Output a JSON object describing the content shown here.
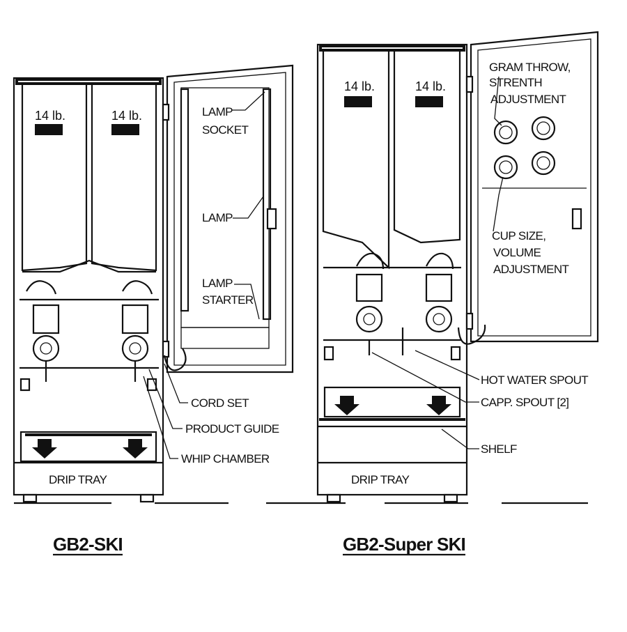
{
  "models": {
    "left": {
      "name": "GB2-SKI",
      "hopper_capacity_1": "14 lb.",
      "hopper_capacity_2": "14 lb.",
      "drip_tray": "DRIP TRAY",
      "callouts": {
        "lamp_socket_1": "LAMP",
        "lamp_socket_2": "SOCKET",
        "lamp": "LAMP",
        "lamp_starter_1": "LAMP",
        "lamp_starter_2": "STARTER",
        "cord_set": "CORD SET",
        "product_guide": "PRODUCT GUIDE",
        "whip_chamber": "WHIP CHAMBER"
      }
    },
    "right": {
      "name": "GB2-Super SKI",
      "hopper_capacity_1": "14 lb.",
      "hopper_capacity_2": "14 lb.",
      "drip_tray": "DRIP TRAY",
      "callouts": {
        "gram_1": "GRAM THROW,",
        "gram_2": "STRENTH",
        "gram_3": "ADJUSTMENT",
        "cup_1": "CUP SIZE,",
        "cup_2": "VOLUME",
        "cup_3": "ADJUSTMENT",
        "hot_water": "HOT WATER SPOUT",
        "capp_spout": "CAPP. SPOUT [2]",
        "shelf": "SHELF"
      }
    }
  }
}
